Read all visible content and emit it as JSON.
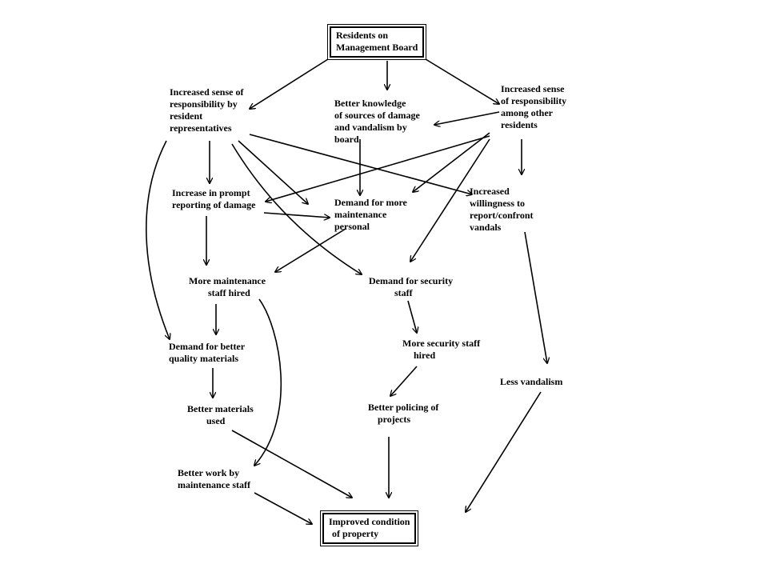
{
  "nodes": {
    "residents_board": [
      "Residents on",
      "Management Board"
    ],
    "resp_representatives": [
      "Increased sense of",
      "responsibility by",
      "resident",
      "representatives"
    ],
    "better_knowledge": [
      "Better knowledge",
      "of sources of damage",
      "and vandalism by",
      "board"
    ],
    "resp_other_residents": [
      "Increased sense",
      "of responsibility",
      "among other",
      "residents"
    ],
    "prompt_reporting": [
      "Increase in prompt",
      "reporting of damage"
    ],
    "demand_maintenance": [
      "Demand for more",
      "maintenance",
      "personal"
    ],
    "willingness": [
      "Increased",
      "willingness to",
      "report/confront",
      "vandals"
    ],
    "maintenance_hired": [
      "More maintenance",
      "staff hired"
    ],
    "demand_security": [
      "Demand for security",
      "staff"
    ],
    "demand_materials": [
      "Demand for better",
      "quality materials"
    ],
    "security_hired": [
      "More security staff",
      "hired"
    ],
    "less_vandalism": [
      "Less vandalism"
    ],
    "materials_used": [
      "Better materials",
      "used"
    ],
    "policing": [
      "Better policing of",
      "projects"
    ],
    "better_work": [
      "Better work by",
      "maintenance staff"
    ],
    "improved_condition": [
      "Improved condition",
      "of property"
    ]
  }
}
